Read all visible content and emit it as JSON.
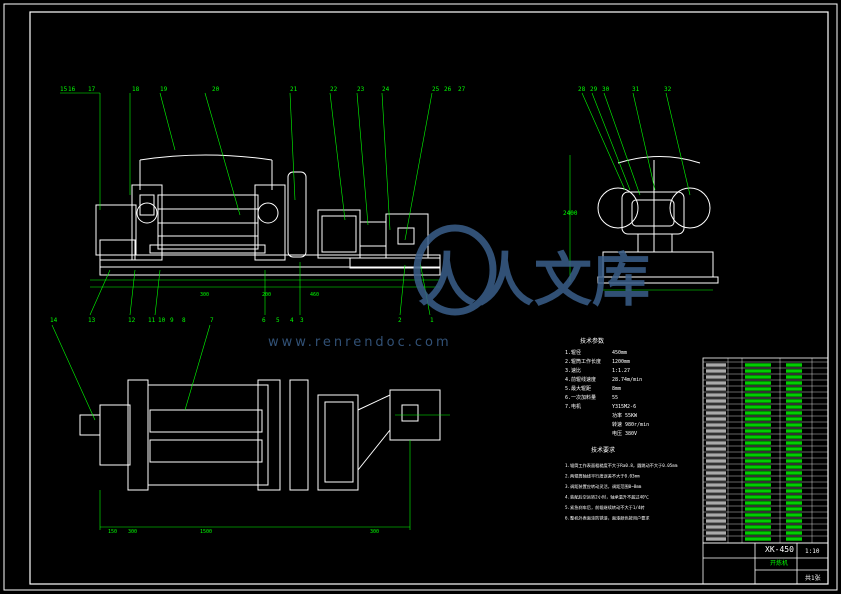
{
  "part_labels_top": [
    "15",
    "16",
    "17",
    "18",
    "19",
    "20",
    "21",
    "22",
    "23",
    "24",
    "25",
    "26",
    "27"
  ],
  "part_labels_bottom": [
    "13",
    "12",
    "11",
    "10",
    "9",
    "8",
    "6",
    "5",
    "4",
    "3",
    "2",
    "1"
  ],
  "part_labels_side": [
    "28",
    "29",
    "30",
    "31",
    "32"
  ],
  "part_label_plan": [
    "14",
    "7"
  ],
  "dims_front": [
    "300",
    "200",
    "460"
  ],
  "dims_plan": [
    "150",
    "300",
    "1500",
    "300"
  ],
  "dim_side": "2400",
  "watermark": {
    "brand": "人人文库",
    "url": "www.renrendoc.com"
  },
  "spec_table": {
    "title": "技术参数",
    "rows": [
      {
        "k": "1.辊径",
        "v": "450mm"
      },
      {
        "k": "2.辊筒工作长度",
        "v": "1200mm"
      },
      {
        "k": "3.速比",
        "v": "1:1.27"
      },
      {
        "k": "4.前辊线速度",
        "v": "28.74m/min"
      },
      {
        "k": "5.最大辊距",
        "v": "8mm"
      },
      {
        "k": "6.一次加料量",
        "v": "55"
      },
      {
        "k": "7.电机",
        "v": "Y315M2-6"
      },
      {
        "k": "",
        "v": "功率  55KW"
      },
      {
        "k": "",
        "v": "转速 980r/min"
      },
      {
        "k": "",
        "v": "电压  380V"
      }
    ]
  },
  "tech_req": {
    "title": "技术要求",
    "items": [
      "1.辊筒工作表面粗糙度不大于Ra0.8，圆跳动不大于0.05mm",
      "2.两辊筒轴线平行度误差不大于0.03mm",
      "3.调距装置应转动灵活，调距范围0~8mm",
      "4.装配后空运转2小时，轴承温升不超过40℃",
      "5.紧急刹车后，前辊继续转动不大于1/4转",
      "6.整机外表面涂防锈漆，面漆颜色按用户要求"
    ]
  },
  "title_block": {
    "drawing_no": "XK-450",
    "name": "开炼机",
    "scale": "1:10",
    "sheet": "共1张"
  },
  "colors": {
    "line": "#ffffff",
    "dim": "#00ff00",
    "leader": "#00ff00",
    "bg": "#000000"
  }
}
